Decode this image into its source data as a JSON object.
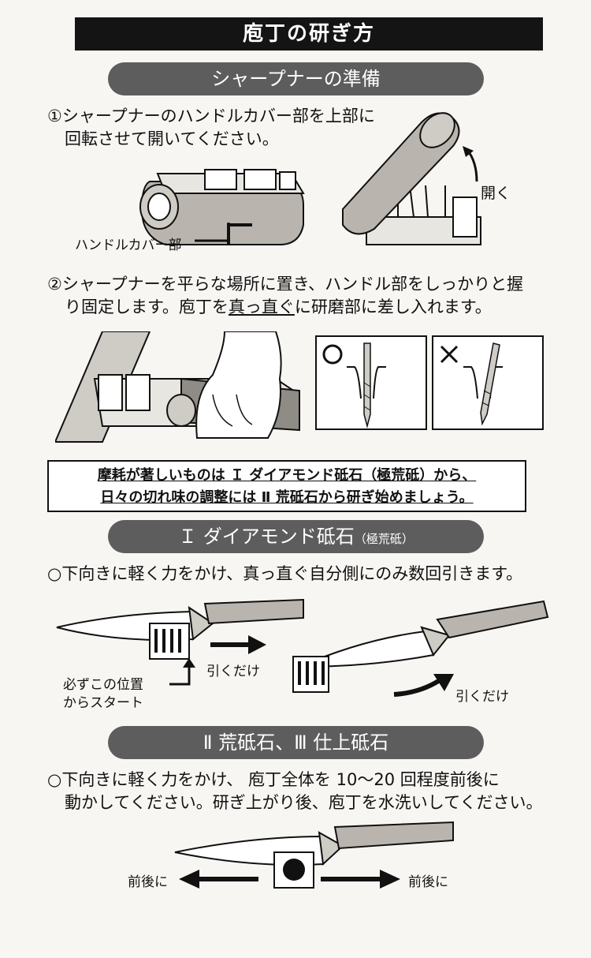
{
  "title": "庖丁の研ぎ方",
  "prep": {
    "heading": "シャープナーの準備",
    "step1_line1": "①シャープナーのハンドルカバー部を上部に",
    "step1_line2": "回転させて開いてください。",
    "handle_label": "ハンドルカバー部",
    "open_label": "開く",
    "step2_line1": "②シャープナーを平らな場所に置き、ハンドル部をしっかりと握",
    "step2_line2_a": "り固定します。庖丁を",
    "step2_line2_b": "真っ直ぐ",
    "step2_line2_c": "に研磨部に差し入れます。"
  },
  "notice": {
    "line1": "摩耗が著しいものは Ｉ ダイアモンド砥石（極荒砥）から、",
    "line2": "日々の切れ味の調整には Ⅱ 荒砥石から研ぎ始めましょう。"
  },
  "diamond": {
    "heading": "Ｉ ダイアモンド砥石",
    "heading_small": "（極荒砥）",
    "instruction": "○下向きに軽く力をかけ、真っ直ぐ自分側にのみ数回引きます。",
    "pull_label_1": "引くだけ",
    "pull_label_2": "引くだけ",
    "start_label_1": "必ずこの位置",
    "start_label_2": "からスタート"
  },
  "rough": {
    "heading": "Ⅱ 荒砥石、Ⅲ 仕上砥石",
    "instruction_1": "○下向きに軽く力をかけ、 庖丁全体を 10～20 回程度前後に",
    "instruction_2": "動かしてください。研ぎ上がり後、庖丁を水洗いしてください。",
    "back_forth_left": "前後に",
    "back_forth_right": "前後に"
  }
}
